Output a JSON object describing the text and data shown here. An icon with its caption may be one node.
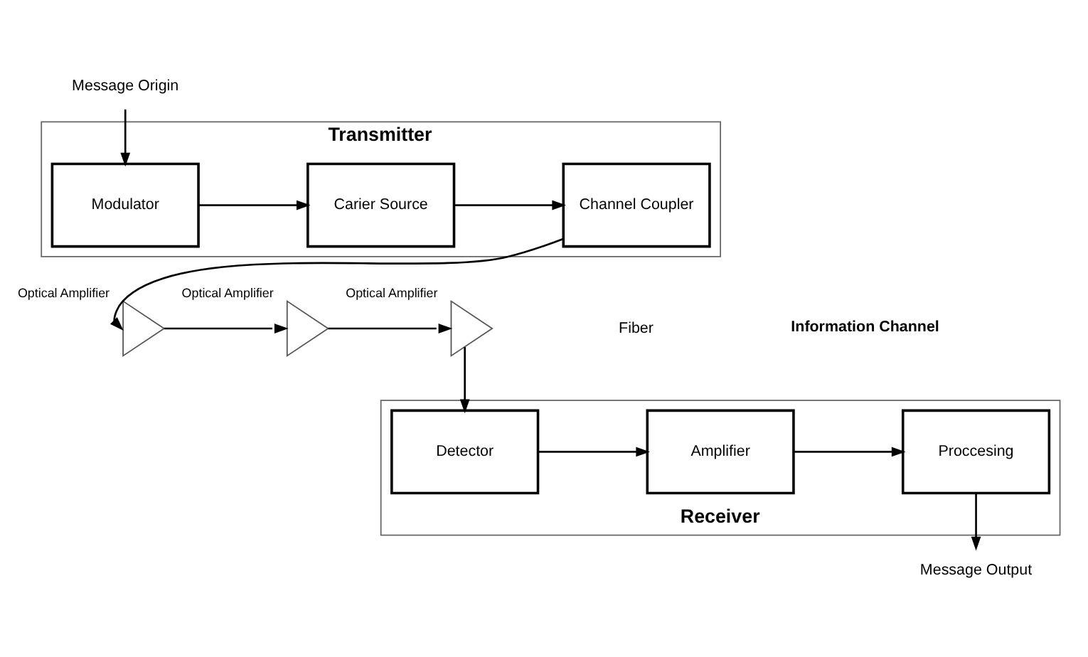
{
  "diagram": {
    "nodes": [
      {
        "text": [
          "Transmitter"
        ]
      },
      {
        "text": [
          "Modulator"
        ],
        "in": 0
      },
      {
        "text": [
          "Carier Source"
        ],
        "in": 0
      },
      {
        "text": [
          "Channel Coupler"
        ],
        "in": 0
      },
      {
        "text": [
          "Message Origin"
        ]
      },
      {
        "text": [],
        "shape": "triangle",
        "beside": [
          "Optical Amplifier"
        ]
      },
      {
        "text": [],
        "shape": "triangle",
        "beside": [
          "Optical Amplifier"
        ]
      },
      {
        "text": [],
        "shape": "triangle",
        "beside": [
          "Optical Amplifier"
        ]
      },
      {
        "text": [
          "Receiver"
        ]
      },
      {
        "text": [
          "Detector"
        ],
        "in": 8
      },
      {
        "text": [
          "Amplifier"
        ],
        "in": 8
      },
      {
        "text": [
          "Proccesing"
        ],
        "in": 8
      },
      {
        "text": [
          "Message Output"
        ]
      }
    ],
    "edges": [
      {
        "from": 4,
        "to": 1,
        "arrow": "to"
      },
      {
        "from": 1,
        "to": 2,
        "arrow": "to"
      },
      {
        "from": 2,
        "to": 3,
        "arrow": "to"
      },
      {
        "from": 3,
        "to": 5,
        "arrow": "to"
      },
      {
        "from": 5,
        "to": 6,
        "arrow": "to"
      },
      {
        "from": 6,
        "to": 7,
        "arrow": "to"
      },
      {
        "from": 7,
        "to": 9,
        "arrow": "to"
      },
      {
        "from": 9,
        "to": 10,
        "arrow": "to"
      },
      {
        "from": 10,
        "to": 11,
        "arrow": "to"
      },
      {
        "from": 11,
        "to": 12,
        "arrow": "to"
      }
    ],
    "labels": [
      "Fiber",
      "Information Channel"
    ]
  }
}
